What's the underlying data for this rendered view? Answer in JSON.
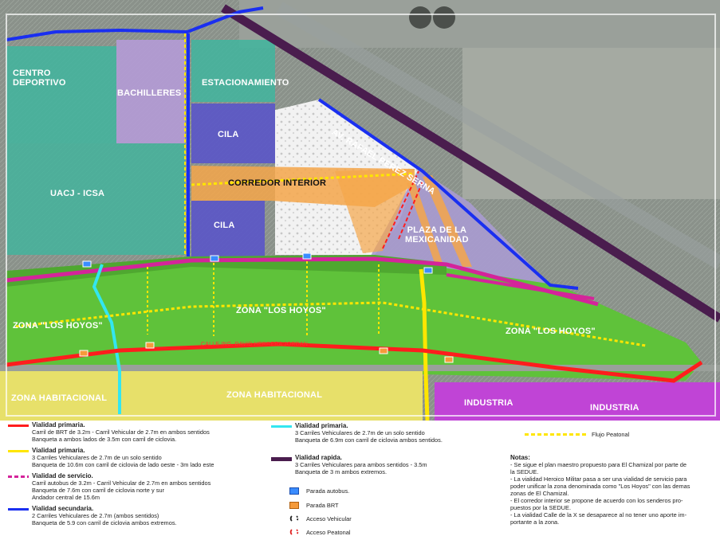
{
  "map": {
    "labels": {
      "centro_deportivo": "CENTRO\nDEPORTIVO",
      "bachilleres": "BACHILLERES",
      "estacionamiento": "ESTACIONAMIENTO",
      "cila_top": "CILA",
      "cila_bottom": "CILA",
      "uacj_icsa": "UACJ - ICSA",
      "corredor_interior": "CORREDOR INTERIOR",
      "av_rafael_perez_serna": "AV. RAFAEL PEREZ SERNA",
      "plaza_mexicanidad": "PLAZA DE LA\nMEXICANIDAD",
      "zona_hoyos_left": "ZONA \"LOS HOYOS\"",
      "zona_hoyos_center": "ZONA \"LOS HOYOS\"",
      "zona_hoyos_right": "ZONA \"LOS HOYOS\"",
      "calle_david_herrera": "CALLE ING. DAVID HERRERA JORDAN",
      "zona_habitacional_left": "ZONA HABITACIONAL",
      "zona_habitacional_center": "ZONA HABITACIONAL",
      "industria_1": "INDUSTRIA",
      "industria_2": "INDUSTRIA"
    },
    "colors": {
      "bg": "#7f8a80",
      "teal_zone": "#3fb59e",
      "purple_zone": "#b49bd6",
      "blue_zone": "#5a55c8",
      "orange_zone": "#f5a64a",
      "green_zone": "#5fc23a",
      "yellow_zone": "#e7e06a",
      "magenta_zone": "#c044d6",
      "road_red": "#ff1d1d",
      "road_yellow": "#ffe600",
      "road_magenta": "#d4249a",
      "road_blue": "#1a2ff0",
      "road_cyan": "#33e6f0",
      "road_dark_purple": "#4a1d4e"
    }
  },
  "legend": {
    "col1": [
      {
        "title": "Vialidad primaria.",
        "lines": [
          "Carril de BRT de 3.2m - Carril Vehicular de 2.7m en ambos sentidos",
          "Banqueta a ambos lados de 3.5m con carril de ciclovia."
        ],
        "color": "#ff1d1d"
      },
      {
        "title": "Vialidad primaria.",
        "lines": [
          "3 Carriles Vehiculares de 2.7m de un solo sentido",
          "Banqueta de 10.6m con carril de ciclovia de lado oeste - 3m lado este"
        ],
        "color": "#ffe600"
      },
      {
        "title": "Vialidad de servicio.",
        "lines": [
          "Carril autobus de 3.2m - Carril Vehicular de 2.7m en ambos sentidos",
          "Banqueta de 7.6m con carril de ciclovia norte y sur",
          "Andador central de 15.6m"
        ],
        "color": "#d4249a"
      },
      {
        "title": "Vialidad secundaria.",
        "lines": [
          "2 Carriles Vehiculares de 2.7m (ambos sentidos)",
          "Banqueta de 5.9 con carril de ciclovia ambos extremos."
        ],
        "color": "#1a2ff0"
      }
    ],
    "col2": [
      {
        "title": "Vialidad primaria.",
        "lines": [
          "3 Carriles Vehiculares de 2.7m de un solo sentido",
          "Banqueta de 6.9m con carril de ciclovia ambos sentidos."
        ],
        "color": "#33e6f0"
      },
      {
        "title": "Vialidad rapida.",
        "lines": [
          "3 Carriles Vehiculares para ambos sentidos - 3.5m",
          "Banqueta de 3 m ambos extremos."
        ],
        "color": "#4a1d4e"
      }
    ],
    "symbols": [
      {
        "label": "Parada autobus.",
        "icon": "bus-stop-icon"
      },
      {
        "label": "Parada BRT",
        "icon": "brt-stop-icon"
      },
      {
        "label": "Acceso Vehicular",
        "icon": "vehicle-access-icon"
      },
      {
        "label": "Acceso Peatonal",
        "icon": "pedestrian-access-icon"
      }
    ],
    "flujo_peatonal": "Flujo Peatonal",
    "notes_title": "Notas:",
    "notes": [
      "- Se sigue el plan maestro propuesto para El Chamizal por parte de",
      "la SEDUE.",
      "- La vialidad Heroico Militar pasa a ser una vialidad de servicio para",
      "poder unificar la zona denominada como \"Los Hoyos\" con las demas",
      "zonas de El Chamizal.",
      "- El corredor interior se propone de acuerdo con los senderos pro-",
      "puestos por la SEDUE.",
      "- La vialidad Calle de la X se desaparece al no tener uno aporte im-",
      "portante a la zona."
    ]
  }
}
